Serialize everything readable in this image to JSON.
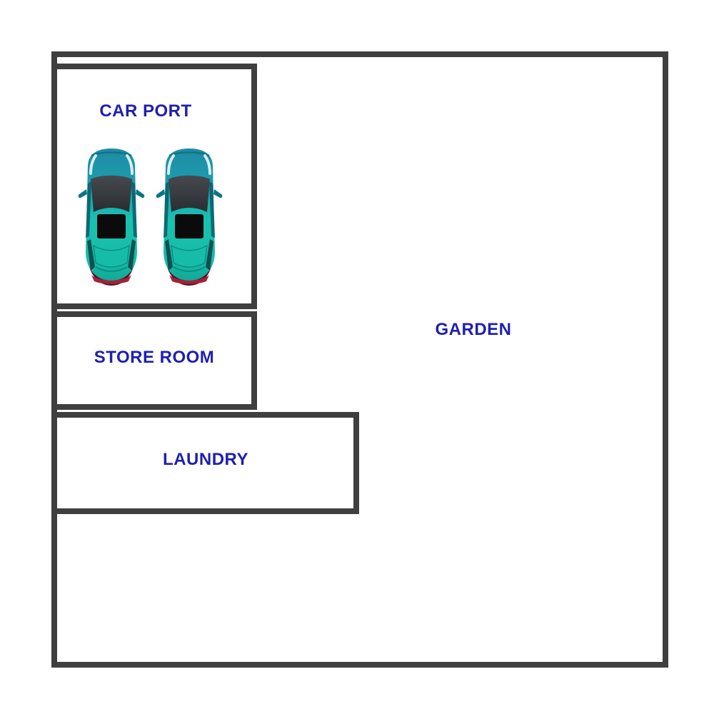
{
  "floor_plan": {
    "type": "house-floor-plan",
    "colors": {
      "background": "#ffffff",
      "wall": "#3f3f3f",
      "label_text": "#1f1fb0",
      "car_body_teal": "#19c2b0"
    },
    "rooms": [
      {
        "id": "car-port",
        "label": "CAR PORT"
      },
      {
        "id": "store-room",
        "label": "STORE ROOM"
      },
      {
        "id": "laundry",
        "label": "LAUNDRY"
      },
      {
        "id": "garden",
        "label": "GARDEN"
      }
    ],
    "vehicles": {
      "count": 2,
      "description": "teal car top view parked in car port"
    }
  }
}
